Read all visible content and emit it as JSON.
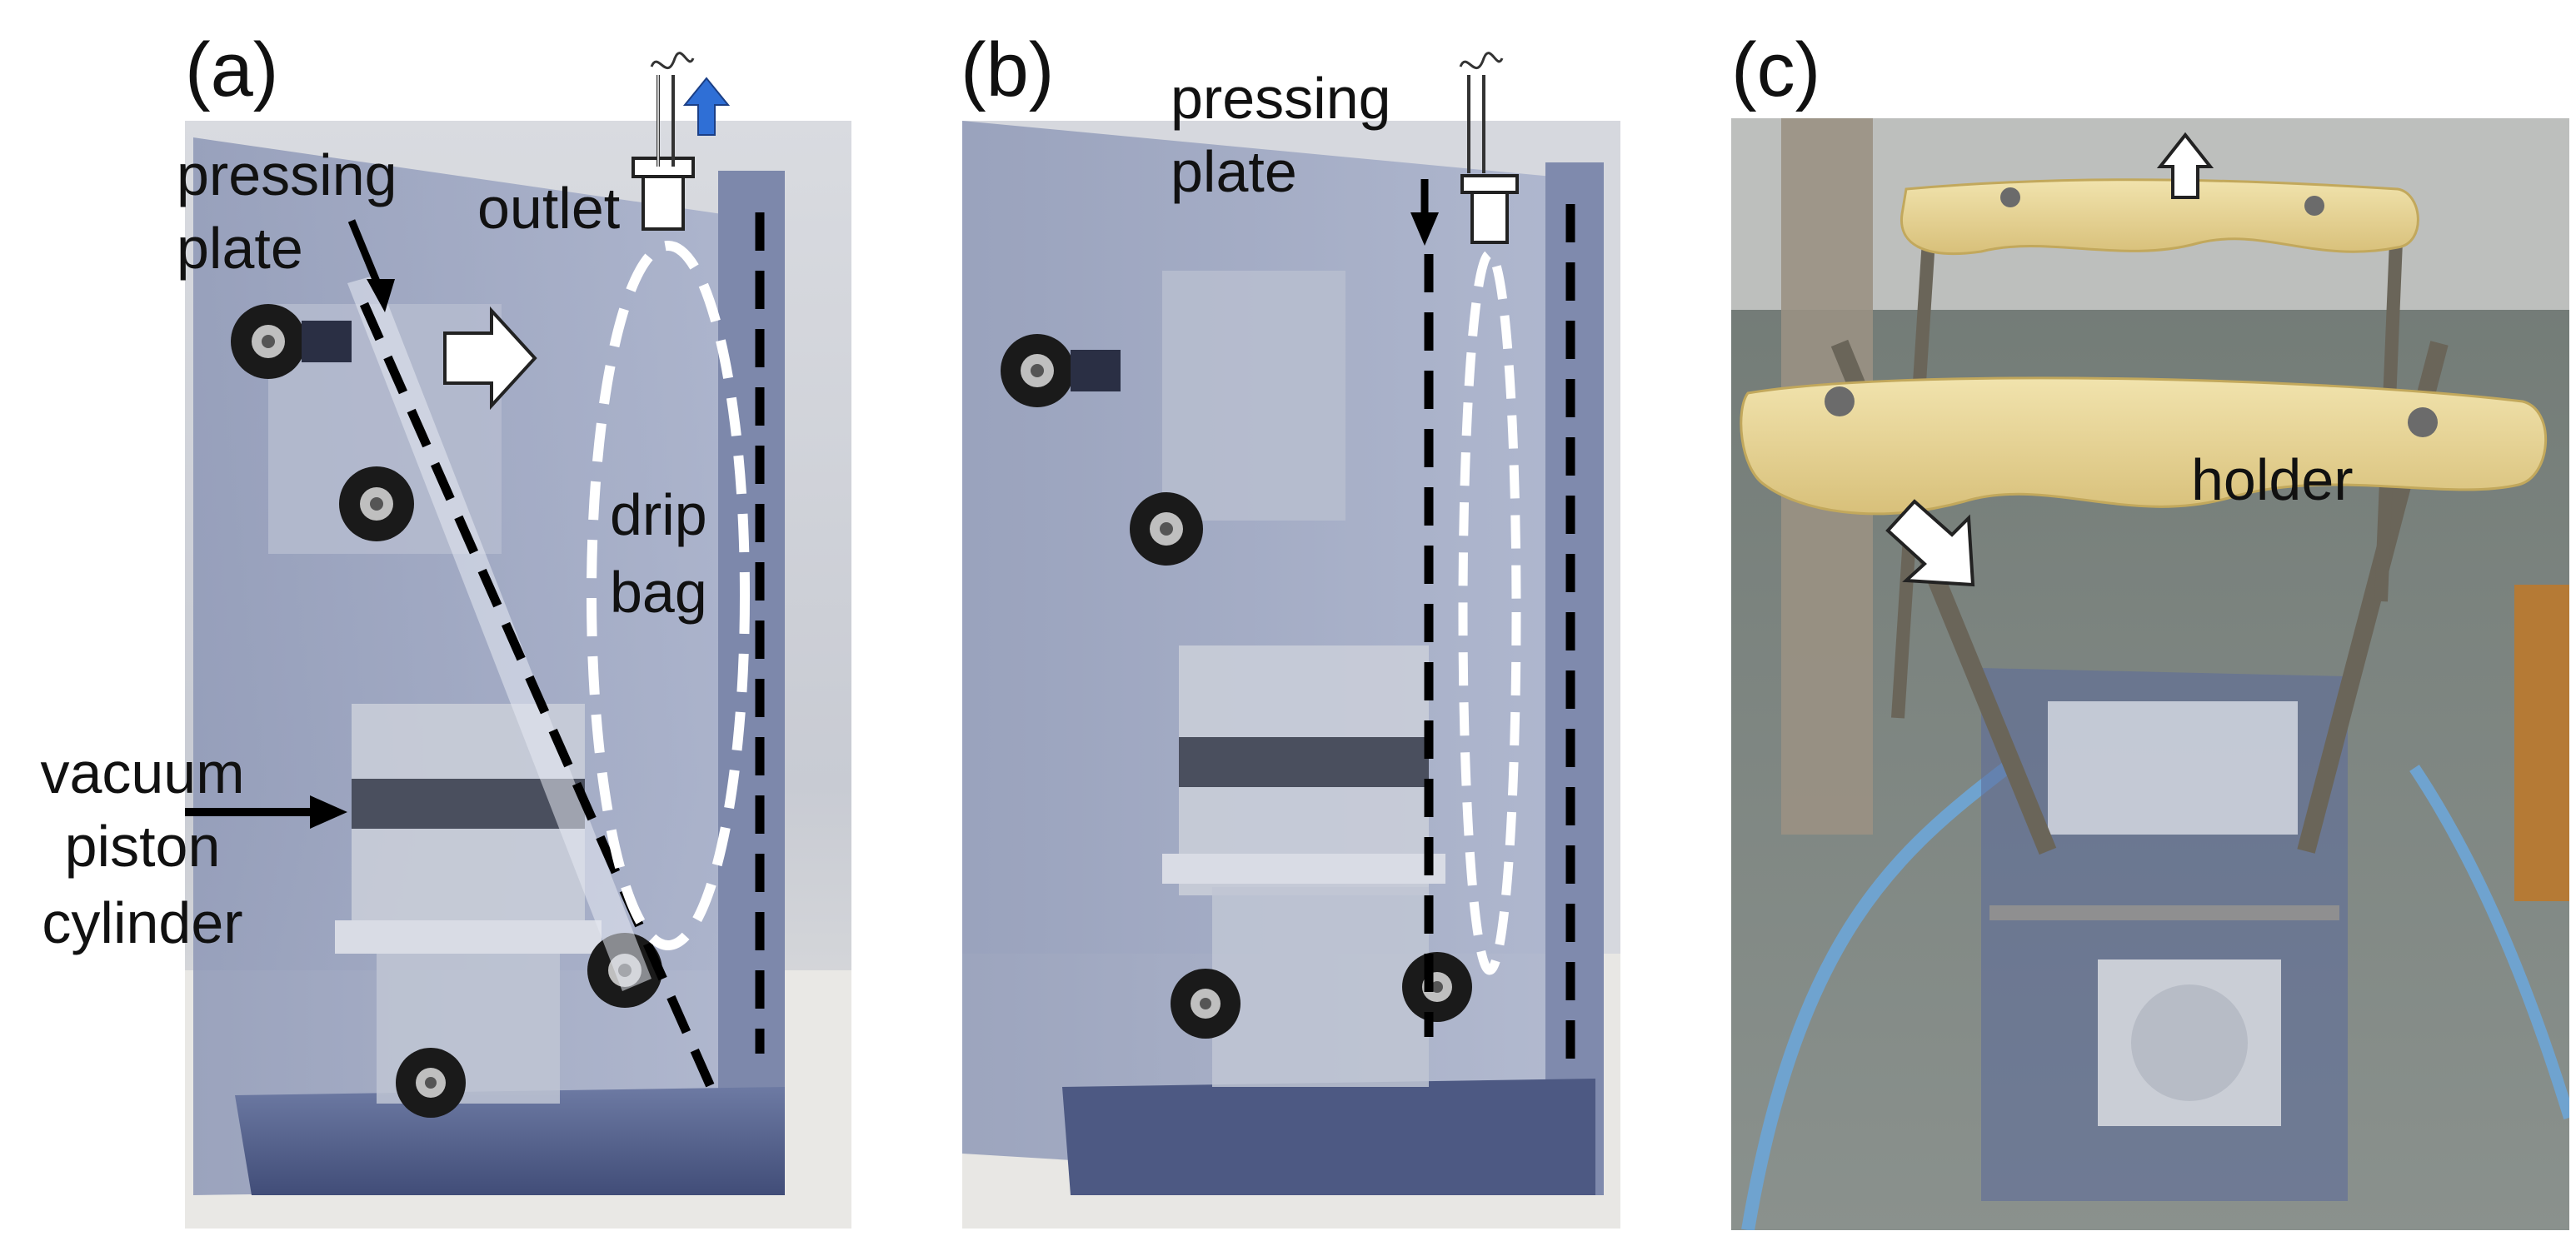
{
  "panels": [
    {
      "id": "a",
      "label": "(a)",
      "annotations": {
        "pressing_plate_line1": "pressing",
        "pressing_plate_line2": "plate",
        "outlet": "outlet",
        "drip_bag_line1": "drip",
        "drip_bag_line2": "bag",
        "vacuum_line1": "vacuum",
        "vacuum_line2": "piston",
        "vacuum_line3": "cylinder"
      }
    },
    {
      "id": "b",
      "label": "(b)",
      "annotations": {
        "pressing_plate_line1": "pressing",
        "pressing_plate_line2": "plate"
      }
    },
    {
      "id": "c",
      "label": "(c)",
      "annotations": {
        "holder": "holder"
      }
    }
  ],
  "colors": {
    "acrylic": "#9fa9c4",
    "acrylic_dark": "#5f6c94",
    "floor_carpet": "#7b8480",
    "holder_resin": "#e8d79a",
    "arrow_blue": "#2f6fd6",
    "dashed_black": "#000000",
    "dashed_white": "#ffffff"
  }
}
